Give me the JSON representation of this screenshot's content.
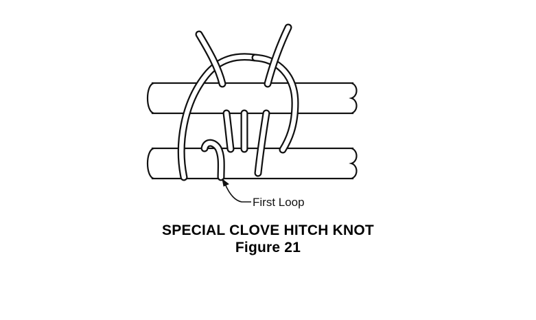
{
  "diagram": {
    "callout_label": "First Loop",
    "title": "SPECIAL CLOVE HITCH KNOT",
    "figure_label": "Figure 21",
    "colors": {
      "ink": "#111111",
      "fill": "#ffffff"
    }
  }
}
